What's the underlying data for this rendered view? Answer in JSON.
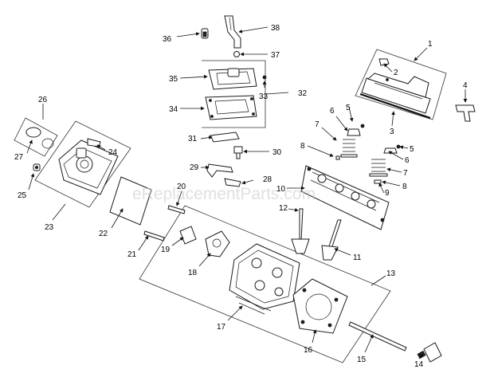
{
  "watermark": "eReplacementParts.com",
  "callouts": [
    "1",
    "2",
    "3",
    "4",
    "5",
    "5",
    "6",
    "6",
    "7",
    "7",
    "8",
    "8",
    "9",
    "10",
    "11",
    "12",
    "13",
    "14",
    "15",
    "16",
    "17",
    "18",
    "19",
    "20",
    "21",
    "22",
    "23",
    "24",
    "25",
    "26",
    "27",
    "28",
    "29",
    "30",
    "31",
    "32",
    "33",
    "34",
    "35",
    "36",
    "37",
    "38"
  ],
  "colors": {
    "ink": "#1a1a1a",
    "paper": "#ffffff",
    "watermark": "#c8c8c8"
  }
}
